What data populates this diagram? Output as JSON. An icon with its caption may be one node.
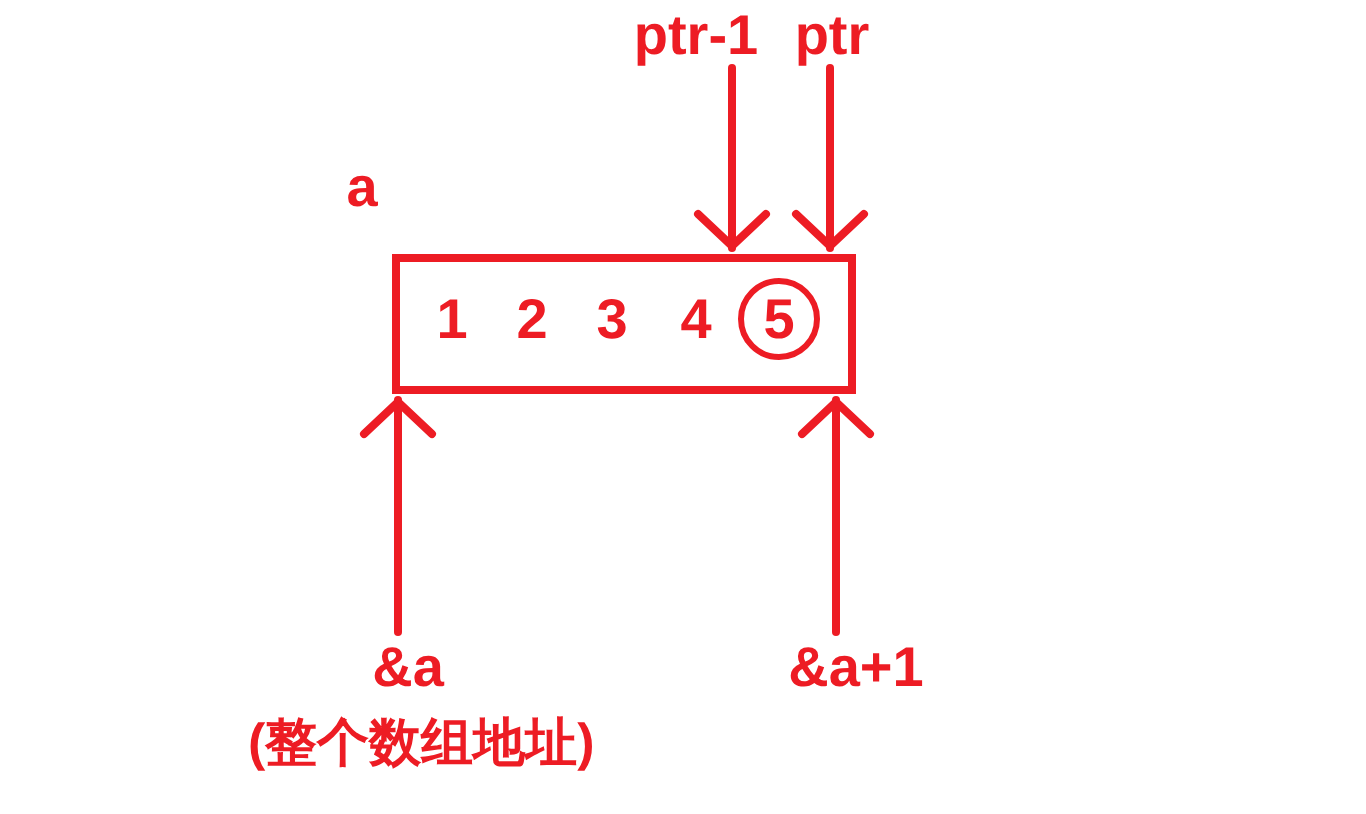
{
  "diagram": {
    "nodes": [
      {
        "text": [
          "a",
          "1",
          "2",
          "3",
          "4"
        ]
      },
      {
        "text": [
          "5"
        ],
        "in": 0
      },
      {
        "text": [
          "ptr-1"
        ]
      },
      {
        "text": [
          "ptr"
        ]
      },
      {
        "text": [
          "&a"
        ],
        "beside": [
          "(整个数组地址)"
        ]
      },
      {
        "text": [
          "&a+1"
        ]
      }
    ],
    "edges": [
      {
        "from": 2,
        "to": 0,
        "arrow": "to"
      },
      {
        "from": 3,
        "to": 0,
        "arrow": "to"
      },
      {
        "from": 4,
        "to": 0,
        "arrow": "to"
      },
      {
        "from": 5,
        "to": 0,
        "arrow": "to"
      }
    ]
  }
}
